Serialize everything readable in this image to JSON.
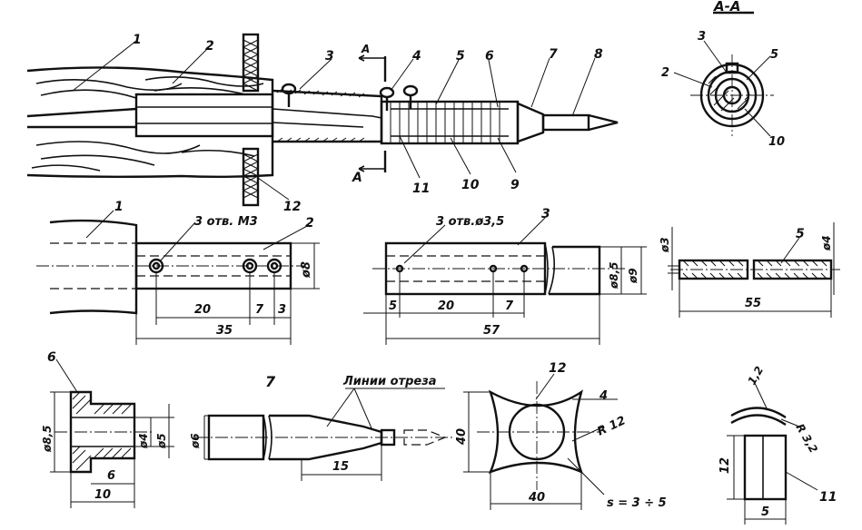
{
  "section_title": "А-А",
  "section_mark": "А",
  "main_callouts": [
    "1",
    "2",
    "3",
    "4",
    "5",
    "6",
    "7",
    "8",
    "9",
    "10",
    "11",
    "12"
  ],
  "section_callouts": [
    "2",
    "3",
    "5",
    "10"
  ],
  "part1": {
    "labels": [
      "1",
      "2"
    ],
    "holes_note": "3 отв. М3",
    "dims": {
      "d1": "20",
      "d2": "7",
      "d3": "3",
      "d4": "35",
      "dia": "ø8"
    }
  },
  "part3": {
    "label": "3",
    "holes_note": "3 отв.ø3,5",
    "dims": {
      "d1": "5",
      "d2": "20",
      "d3": "7",
      "d4": "57",
      "dia1": "ø8,5",
      "dia2": "ø9"
    }
  },
  "part5": {
    "label": "5",
    "dims": {
      "dia1": "ø3",
      "dia2": "ø4",
      "len": "55"
    }
  },
  "part6": {
    "label": "6",
    "dims": {
      "dia1": "ø8,5",
      "dia2": "ø4",
      "dia3": "ø5",
      "d1": "6",
      "d2": "10"
    }
  },
  "part7": {
    "label": "7",
    "cut_note": "Линии отреза",
    "dims": {
      "dia": "ø6",
      "len": "15"
    }
  },
  "part12": {
    "label": "12",
    "dims": {
      "w": "4",
      "r": "R 12",
      "h": "40",
      "b": "40",
      "s": "s = 3 ÷ 5"
    }
  },
  "part11": {
    "label": "11",
    "dims": {
      "t": "1,2",
      "r": "R 3,2",
      "h": "12",
      "w": "5"
    }
  }
}
